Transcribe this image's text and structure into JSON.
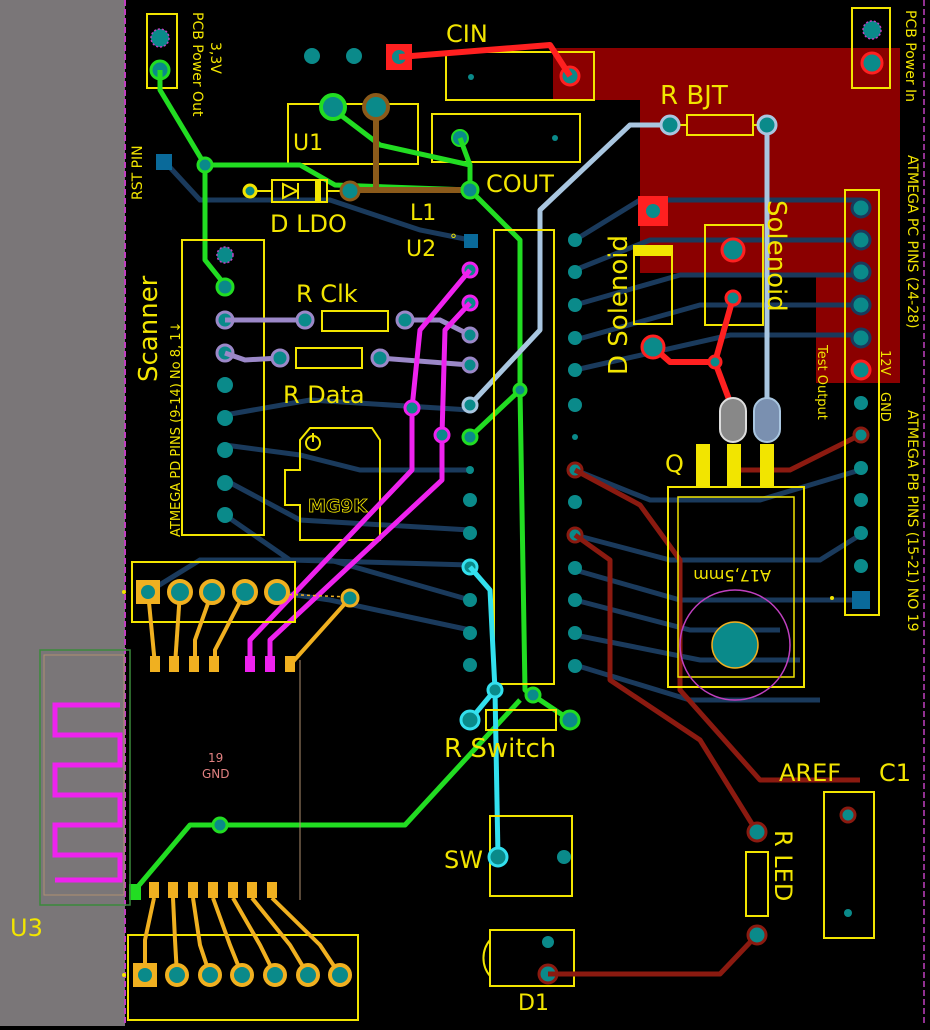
{
  "labels": {
    "cin": "CIN",
    "cout": "COUT",
    "u1": "U1",
    "u2": "U2",
    "u3": "U3",
    "d_ldo": "D LDO",
    "l1": "L1",
    "r_bjt": "R BJT",
    "r_clk": "R Clk",
    "r_data": "R Data",
    "r_switch": "R Switch",
    "r_led": "R LED",
    "sw": "SW",
    "d1": "D1",
    "d_solenoid": "D Solenoid",
    "solenoid": "Solenoid",
    "q": "Q",
    "aref": "AREF",
    "c1": "C1",
    "scanner": "Scanner",
    "rst_pin": "RST PIN",
    "pcb_power_out": "PCB Power Out",
    "pcb_power_out_v": "3,3V",
    "pcb_power_in": "PCB Power In",
    "atmega_pd": "ATMEGA PD PINS (9-14) No 8, 1↓",
    "atmega_pc": "ATMEGA PC PINS (24-28)",
    "atmega_pb": "ATMEGA PB PINS (15-21) NO 19",
    "test_output": "Test Output",
    "v12": "12V",
    "gnd": "GND",
    "mg9k": "MG9K",
    "a17": "A17,5mm",
    "pin19": "19",
    "pin19_gnd": "GND",
    "degree": "°"
  },
  "colors": {
    "board": "#000000",
    "outside": "#7a7678",
    "silkscreen": "#f2e500",
    "pad": "#0a8a8a",
    "copper_top": "#8b0000",
    "trace_green": "#22dd22",
    "trace_bright_red": "#ff2020",
    "trace_light_blue": "#a9c6e0",
    "trace_cyan": "#33e0ee",
    "trace_magenta": "#ee22ee",
    "trace_purple": "#9b88c8",
    "trace_brown": "#8b5a1a",
    "trace_dark_red": "#8b1a10",
    "trace_gold": "#f0b020",
    "trace_dark_blue": "#1a3a5c",
    "outline_pink": "#c040c0"
  },
  "icons": {
    "power": "power-icon",
    "diode": "diode-symbol-icon",
    "antenna": "antenna-icon"
  }
}
